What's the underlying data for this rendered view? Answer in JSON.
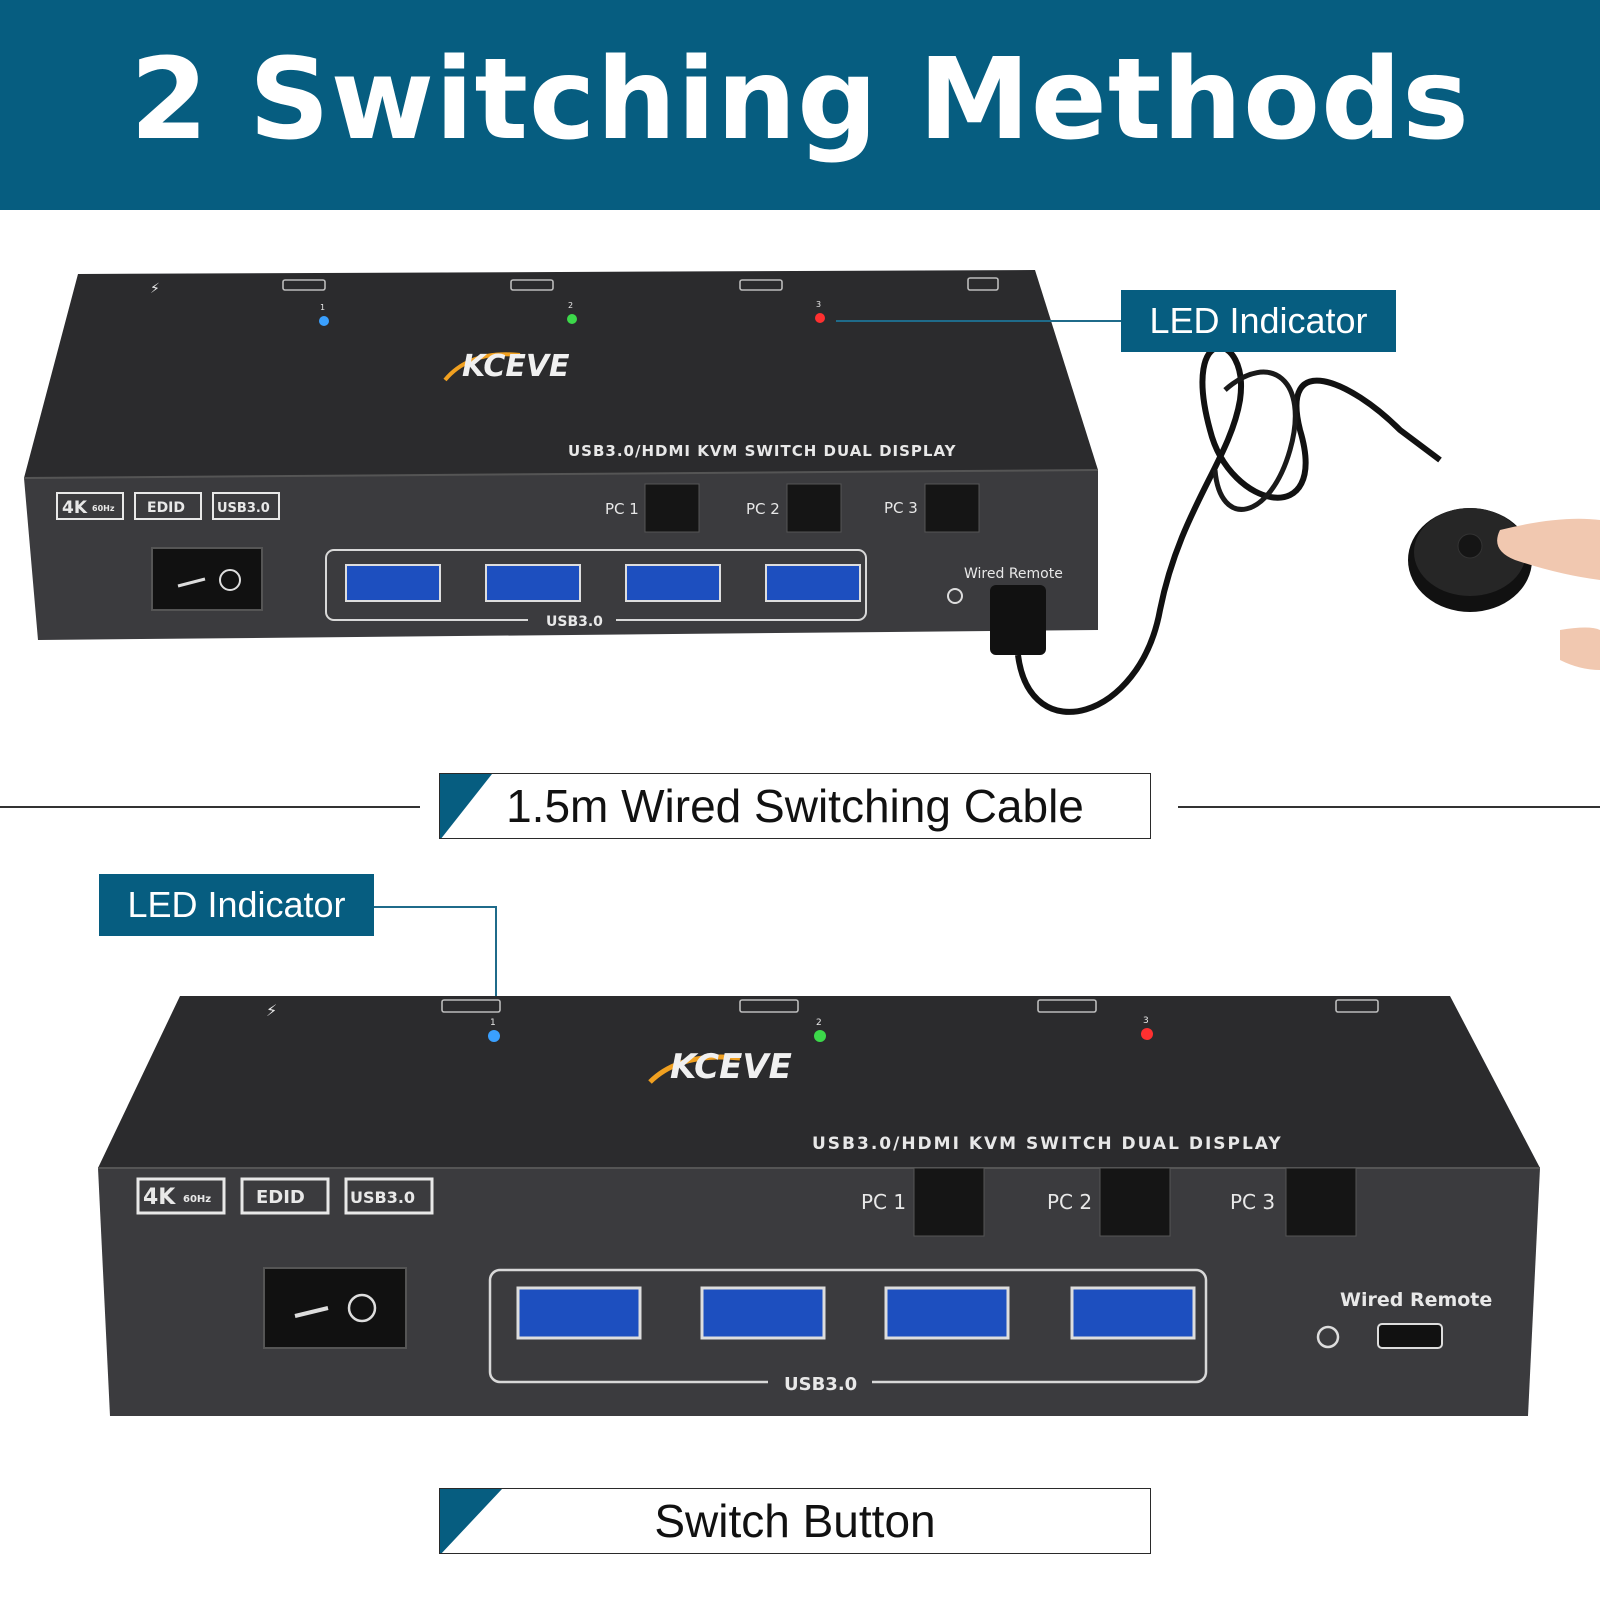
{
  "banner": {
    "title": "2 Switching Methods"
  },
  "top_section": {
    "callout": "LED Indicator",
    "caption": "1.5m Wired Switching Cable"
  },
  "bottom_section": {
    "callout": "LED Indicator",
    "caption": "Switch Button"
  },
  "device": {
    "brand": "KCEVE",
    "model_text": "USB3.0/HDMI KVM SWITCH DUAL DISPLAY",
    "badges": [
      "4K",
      "60Hz",
      "EDID",
      "USB3.0"
    ],
    "pc_buttons": [
      "PC 1",
      "PC 2",
      "PC 3"
    ],
    "usb_label": "USB3.0",
    "remote_label": "Wired Remote",
    "led_numbers": [
      "1",
      "2",
      "3"
    ],
    "led_colors": [
      "#3aa0ff",
      "#3cd84a",
      "#ff3030"
    ]
  },
  "colors": {
    "brand_blue": "#065d80",
    "device_body": "#3a3a3c"
  }
}
